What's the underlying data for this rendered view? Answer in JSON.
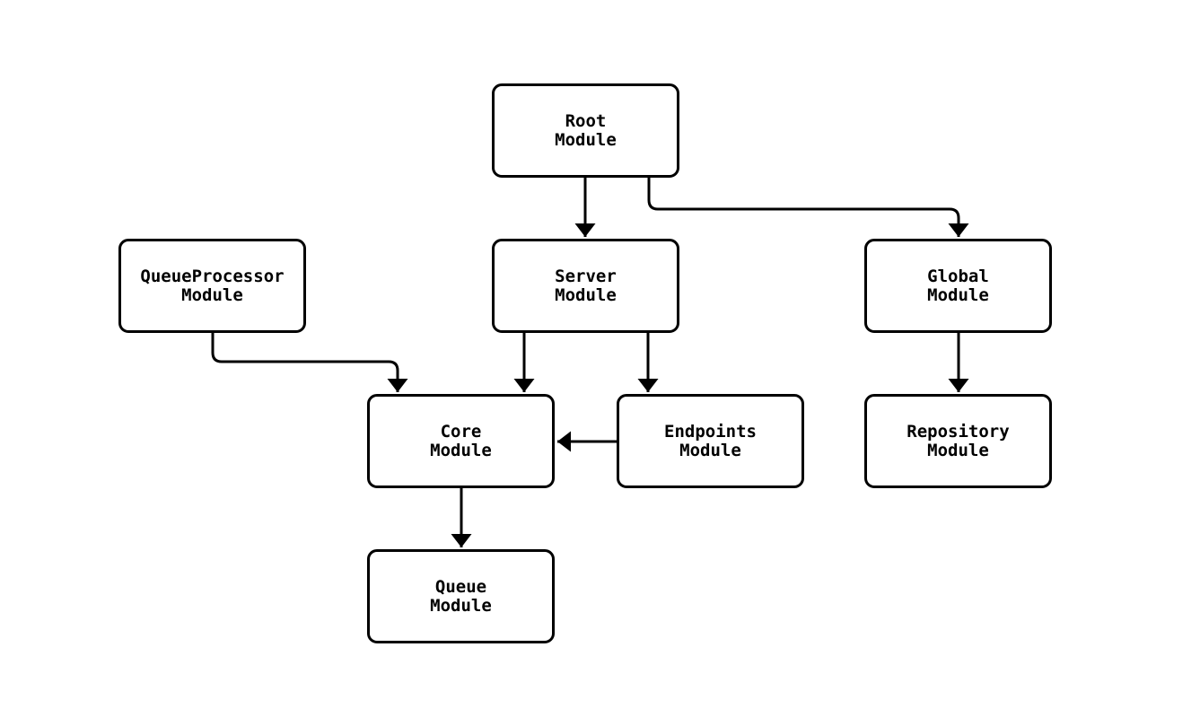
{
  "diagram": {
    "type": "flowchart",
    "background_color": "#ffffff",
    "stroke_color": "#000000",
    "text_color": "#000000",
    "node_fill_color": "#ffffff",
    "nodes": {
      "root": {
        "title": "Root",
        "subtitle": "Module"
      },
      "queueprocessor": {
        "title": "QueueProcessor",
        "subtitle": "Module"
      },
      "server": {
        "title": "Server",
        "subtitle": "Module"
      },
      "global": {
        "title": "Global",
        "subtitle": "Module"
      },
      "core": {
        "title": "Core",
        "subtitle": "Module"
      },
      "endpoints": {
        "title": "Endpoints",
        "subtitle": "Module"
      },
      "repository": {
        "title": "Repository",
        "subtitle": "Module"
      },
      "queue": {
        "title": "Queue",
        "subtitle": "Module"
      }
    },
    "edges": [
      {
        "from": "Root Module",
        "to": "Server Module"
      },
      {
        "from": "Root Module",
        "to": "Global Module"
      },
      {
        "from": "QueueProcessor Module",
        "to": "Core Module"
      },
      {
        "from": "Server Module",
        "to": "Core Module"
      },
      {
        "from": "Server Module",
        "to": "Endpoints Module"
      },
      {
        "from": "Endpoints Module",
        "to": "Core Module"
      },
      {
        "from": "Core Module",
        "to": "Queue Module"
      },
      {
        "from": "Global Module",
        "to": "Repository Module"
      }
    ]
  }
}
